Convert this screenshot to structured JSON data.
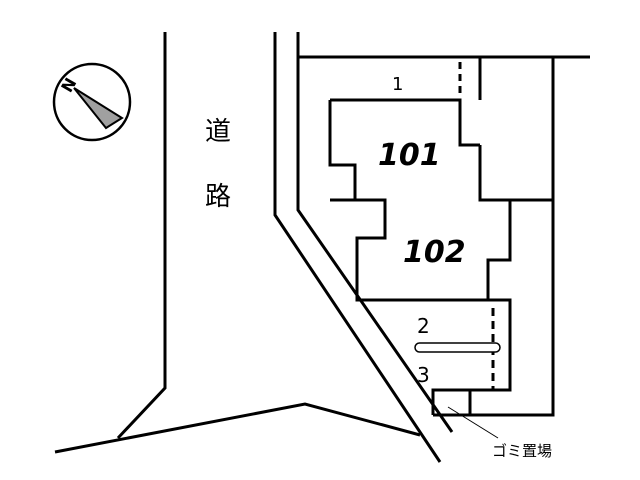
{
  "compass": {
    "north_label": "N"
  },
  "road": {
    "label_1": "道",
    "label_2": "路"
  },
  "units": [
    {
      "label": "101"
    },
    {
      "label": "102"
    }
  ],
  "parking": [
    {
      "label": "1"
    },
    {
      "label": "2"
    },
    {
      "label": "3"
    }
  ],
  "garbage": {
    "label": "ゴミ置場"
  },
  "colors": {
    "line": "#000000",
    "compass_fill": "#a0a0a0"
  }
}
